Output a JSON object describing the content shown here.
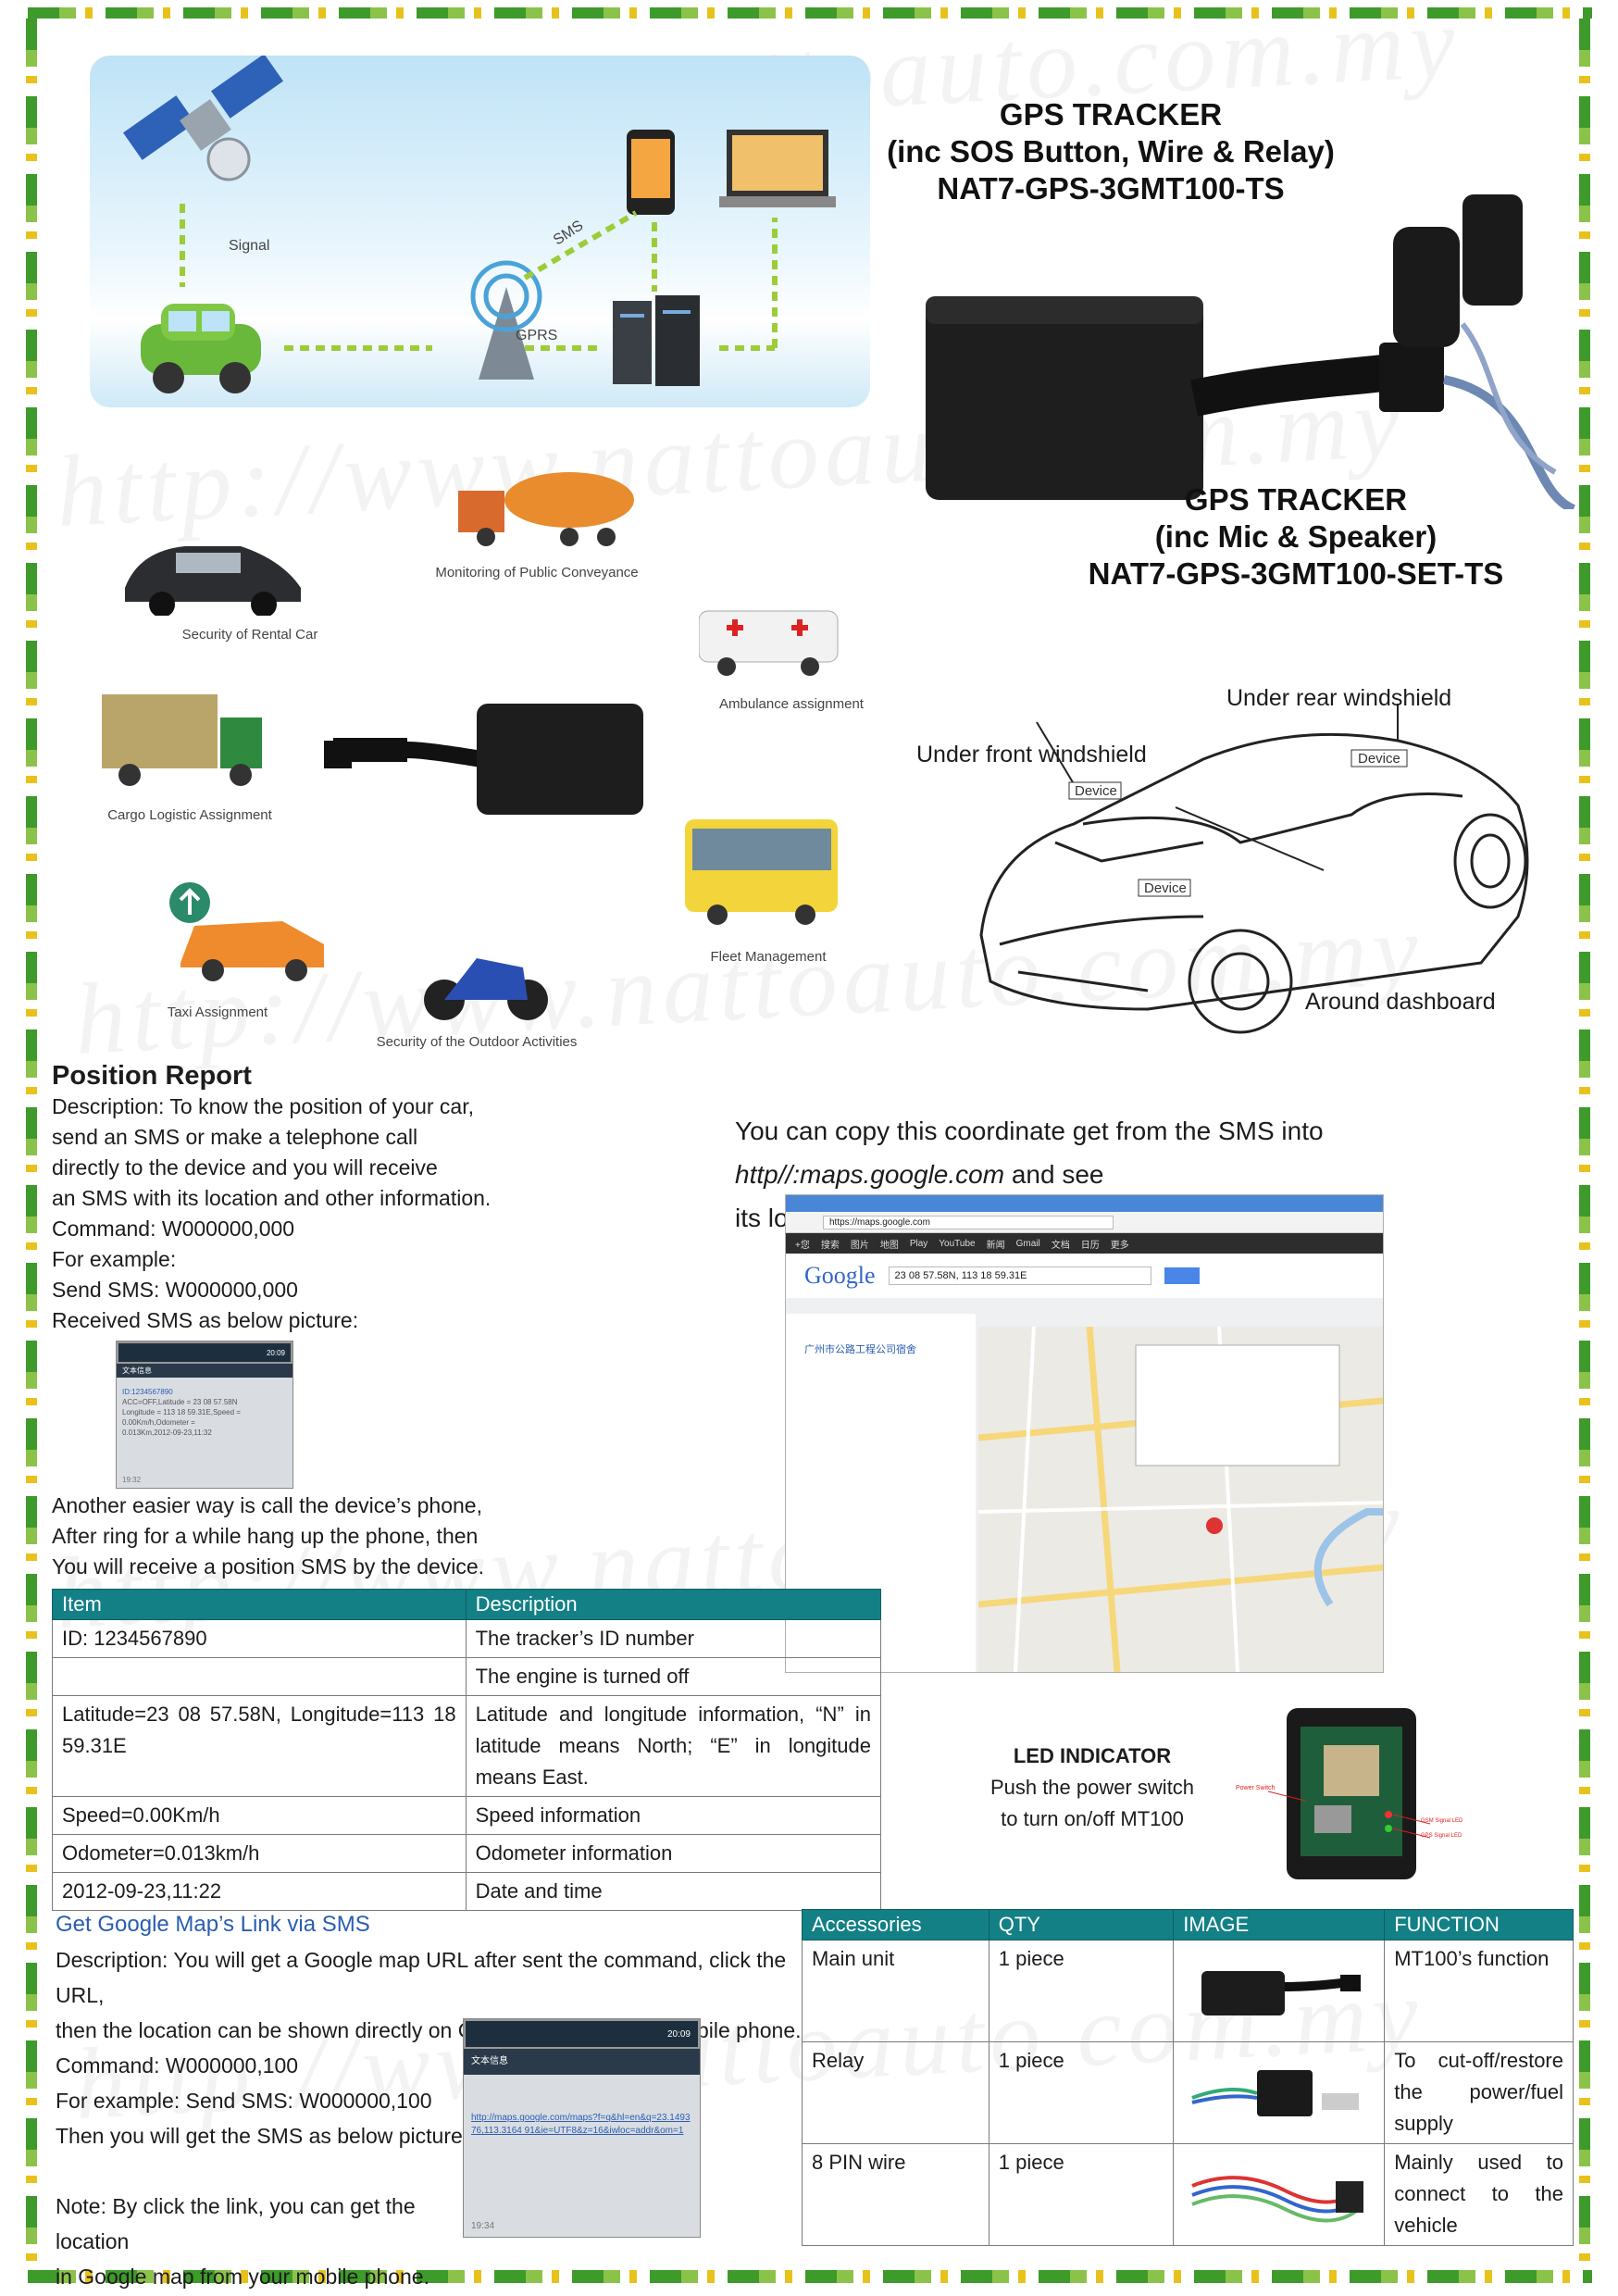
{
  "watermark": "http://www.nattoauto.com.my",
  "product1": {
    "line1": "GPS TRACKER",
    "line2": "(inc SOS Button, Wire & Relay)",
    "line3": "NAT7-GPS-3GMT100-TS"
  },
  "product2": {
    "line1": "GPS TRACKER",
    "line2": "(inc Mic & Speaker)",
    "line3": "NAT7-GPS-3GMT100-SET-TS"
  },
  "network_diagram": {
    "signal": "Signal",
    "sms": "SMS",
    "gprs": "GPRS"
  },
  "applications": [
    "Monitoring of Public Conveyance",
    "Security of Rental Car",
    "Ambulance assignment",
    "Cargo Logistic Assignment",
    "Fleet Management",
    "Taxi Assignment",
    "Security of the Outdoor Activities"
  ],
  "car_install": {
    "rear": "Under rear windshield",
    "front": "Under front windshield",
    "dashboard": "Around dashboard",
    "device_label": "Device"
  },
  "position_report": {
    "title": "Position Report",
    "lines": [
      "Description: To know the position of your car,",
      "send an SMS or make a telephone call",
      "directly to the device and you will receive",
      "an SMS with its location and other information.",
      "Command: W000000,000",
      "For example:",
      "Send SMS: W000000,000",
      "Received SMS as below picture:"
    ],
    "after_lines": [
      "Another easier way is call the device’s phone,",
      "After ring for a while hang up the phone, then",
      "You will receive a position SMS by the device."
    ]
  },
  "sms_phone1": {
    "time": "20:09",
    "header": "文本信息",
    "lines": [
      "ID:1234567890",
      "ACC=OFF,Latitude = 23 08 57.58N",
      "Longitude = 113 18 59.31E,Speed =",
      "0.00Km/h,Odometer =",
      "0.013Km,2012-09-23,11:32"
    ],
    "footer": "19:32"
  },
  "coord_note": {
    "line1_a": "You can copy this coordinate get from the SMS into ",
    "line1_link": "http//:maps.google.com",
    "line1_b": " and see",
    "line2": "its location as picture:"
  },
  "map_shot": {
    "logo": "Google",
    "search": "23 08 57.58N, 113 18 59.31E",
    "url": "https://maps.google.com",
    "result_title": "广州市公路工程公司宿舍",
    "nav_items": [
      "+您",
      "搜索",
      "图片",
      "地图",
      "Play",
      "YouTube",
      "新闻",
      "Gmail",
      "文档",
      "日历",
      "更多"
    ]
  },
  "sms_table": {
    "headers": [
      "Item",
      "Description"
    ],
    "rows": [
      [
        "ID: 1234567890",
        "The tracker’s ID number"
      ],
      [
        "",
        "The engine is turned off"
      ],
      [
        "Latitude=23 08 57.58N, Longitude=113 18 59.31E",
        "Latitude and longitude information, “N” in latitude means North; “E” in longitude means East."
      ],
      [
        "Speed=0.00Km/h",
        "Speed information"
      ],
      [
        "Odometer=0.013km/h",
        "Odometer information"
      ],
      [
        "2012-09-23,11:22",
        "Date and time"
      ]
    ]
  },
  "led": {
    "title": "LED INDICATOR",
    "line1": "Push the power switch",
    "line2": "to turn on/off MT100",
    "power_label": "Power Switch",
    "gsm_label": "GSM Signal LED",
    "gps_label": "GPS Signal LED"
  },
  "google_link": {
    "title": "Get Google Map’s Link via SMS",
    "desc1": "Description: You will get a Google map URL after sent the command, click the URL,",
    "desc2": "then the location can be shown directly on Google maps on your mobile phone.",
    "lines": [
      "Command: W000000,100",
      "For example: Send SMS: W000000,100",
      "Then you will get the SMS as below picture:"
    ],
    "note1": "Note: By click the link, you can get the location",
    "note2": "in Google map from your mobile phone."
  },
  "sms_phone2": {
    "time": "20:09",
    "header": "文本信息",
    "link": "http://maps.google.com/maps?f=q&hl=en&q=23.149376,113.3164 91&ie=UTF8&z=16&iwloc=addr&om=1",
    "footer": "19:34"
  },
  "accessories": {
    "headers": [
      "Accessories",
      "QTY",
      "IMAGE",
      "FUNCTION"
    ],
    "rows": [
      {
        "name": "Main unit",
        "qty": "1 piece",
        "function": "MT100’s function"
      },
      {
        "name": "Relay",
        "qty": "1 piece",
        "function": "To cut-off/restore the power/fuel supply"
      },
      {
        "name": "8 PIN wire",
        "qty": "1 piece",
        "function": "Mainly used to connect to the vehicle"
      }
    ]
  },
  "colors": {
    "table_header": "#138086",
    "border_green": "#3e9a2a",
    "link_blue": "#2a5db0"
  }
}
